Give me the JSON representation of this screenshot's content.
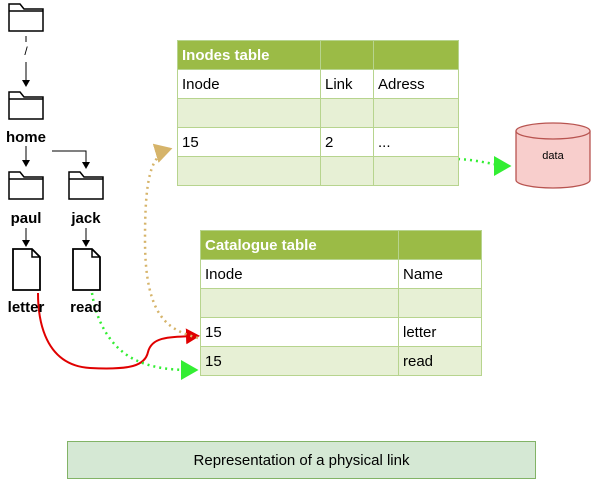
{
  "tree": {
    "root_label": "/",
    "home_label": "home",
    "paul_label": "paul",
    "jack_label": "jack",
    "letter_label": "letter",
    "read_label": "read"
  },
  "inodes_table": {
    "title": "Inodes table",
    "headers": [
      "Inode",
      "Link",
      "Adress"
    ],
    "rows": [
      [
        "",
        "",
        ""
      ],
      [
        "15",
        "2",
        "..."
      ],
      [
        "",
        "",
        ""
      ]
    ]
  },
  "catalogue_table": {
    "title": "Catalogue table",
    "headers": [
      "Inode",
      "Name"
    ],
    "rows": [
      [
        "",
        ""
      ],
      [
        "15",
        "letter"
      ],
      [
        "15",
        "read"
      ]
    ]
  },
  "data_store": {
    "label": "data"
  },
  "caption": "Representation of a physical link",
  "colors": {
    "folder_fill": "#ffffff",
    "stroke": "#000000",
    "table_header": "#9bbb46",
    "table_cell": "#e7f0d5",
    "table_border": "#b7d48e",
    "data_fill": "#f8cecc",
    "data_stroke": "#b85450",
    "link_red": "#e00000",
    "link_green": "#33ee33",
    "link_tan": "#d6b46a",
    "caption_fill": "#d5e8d4"
  }
}
